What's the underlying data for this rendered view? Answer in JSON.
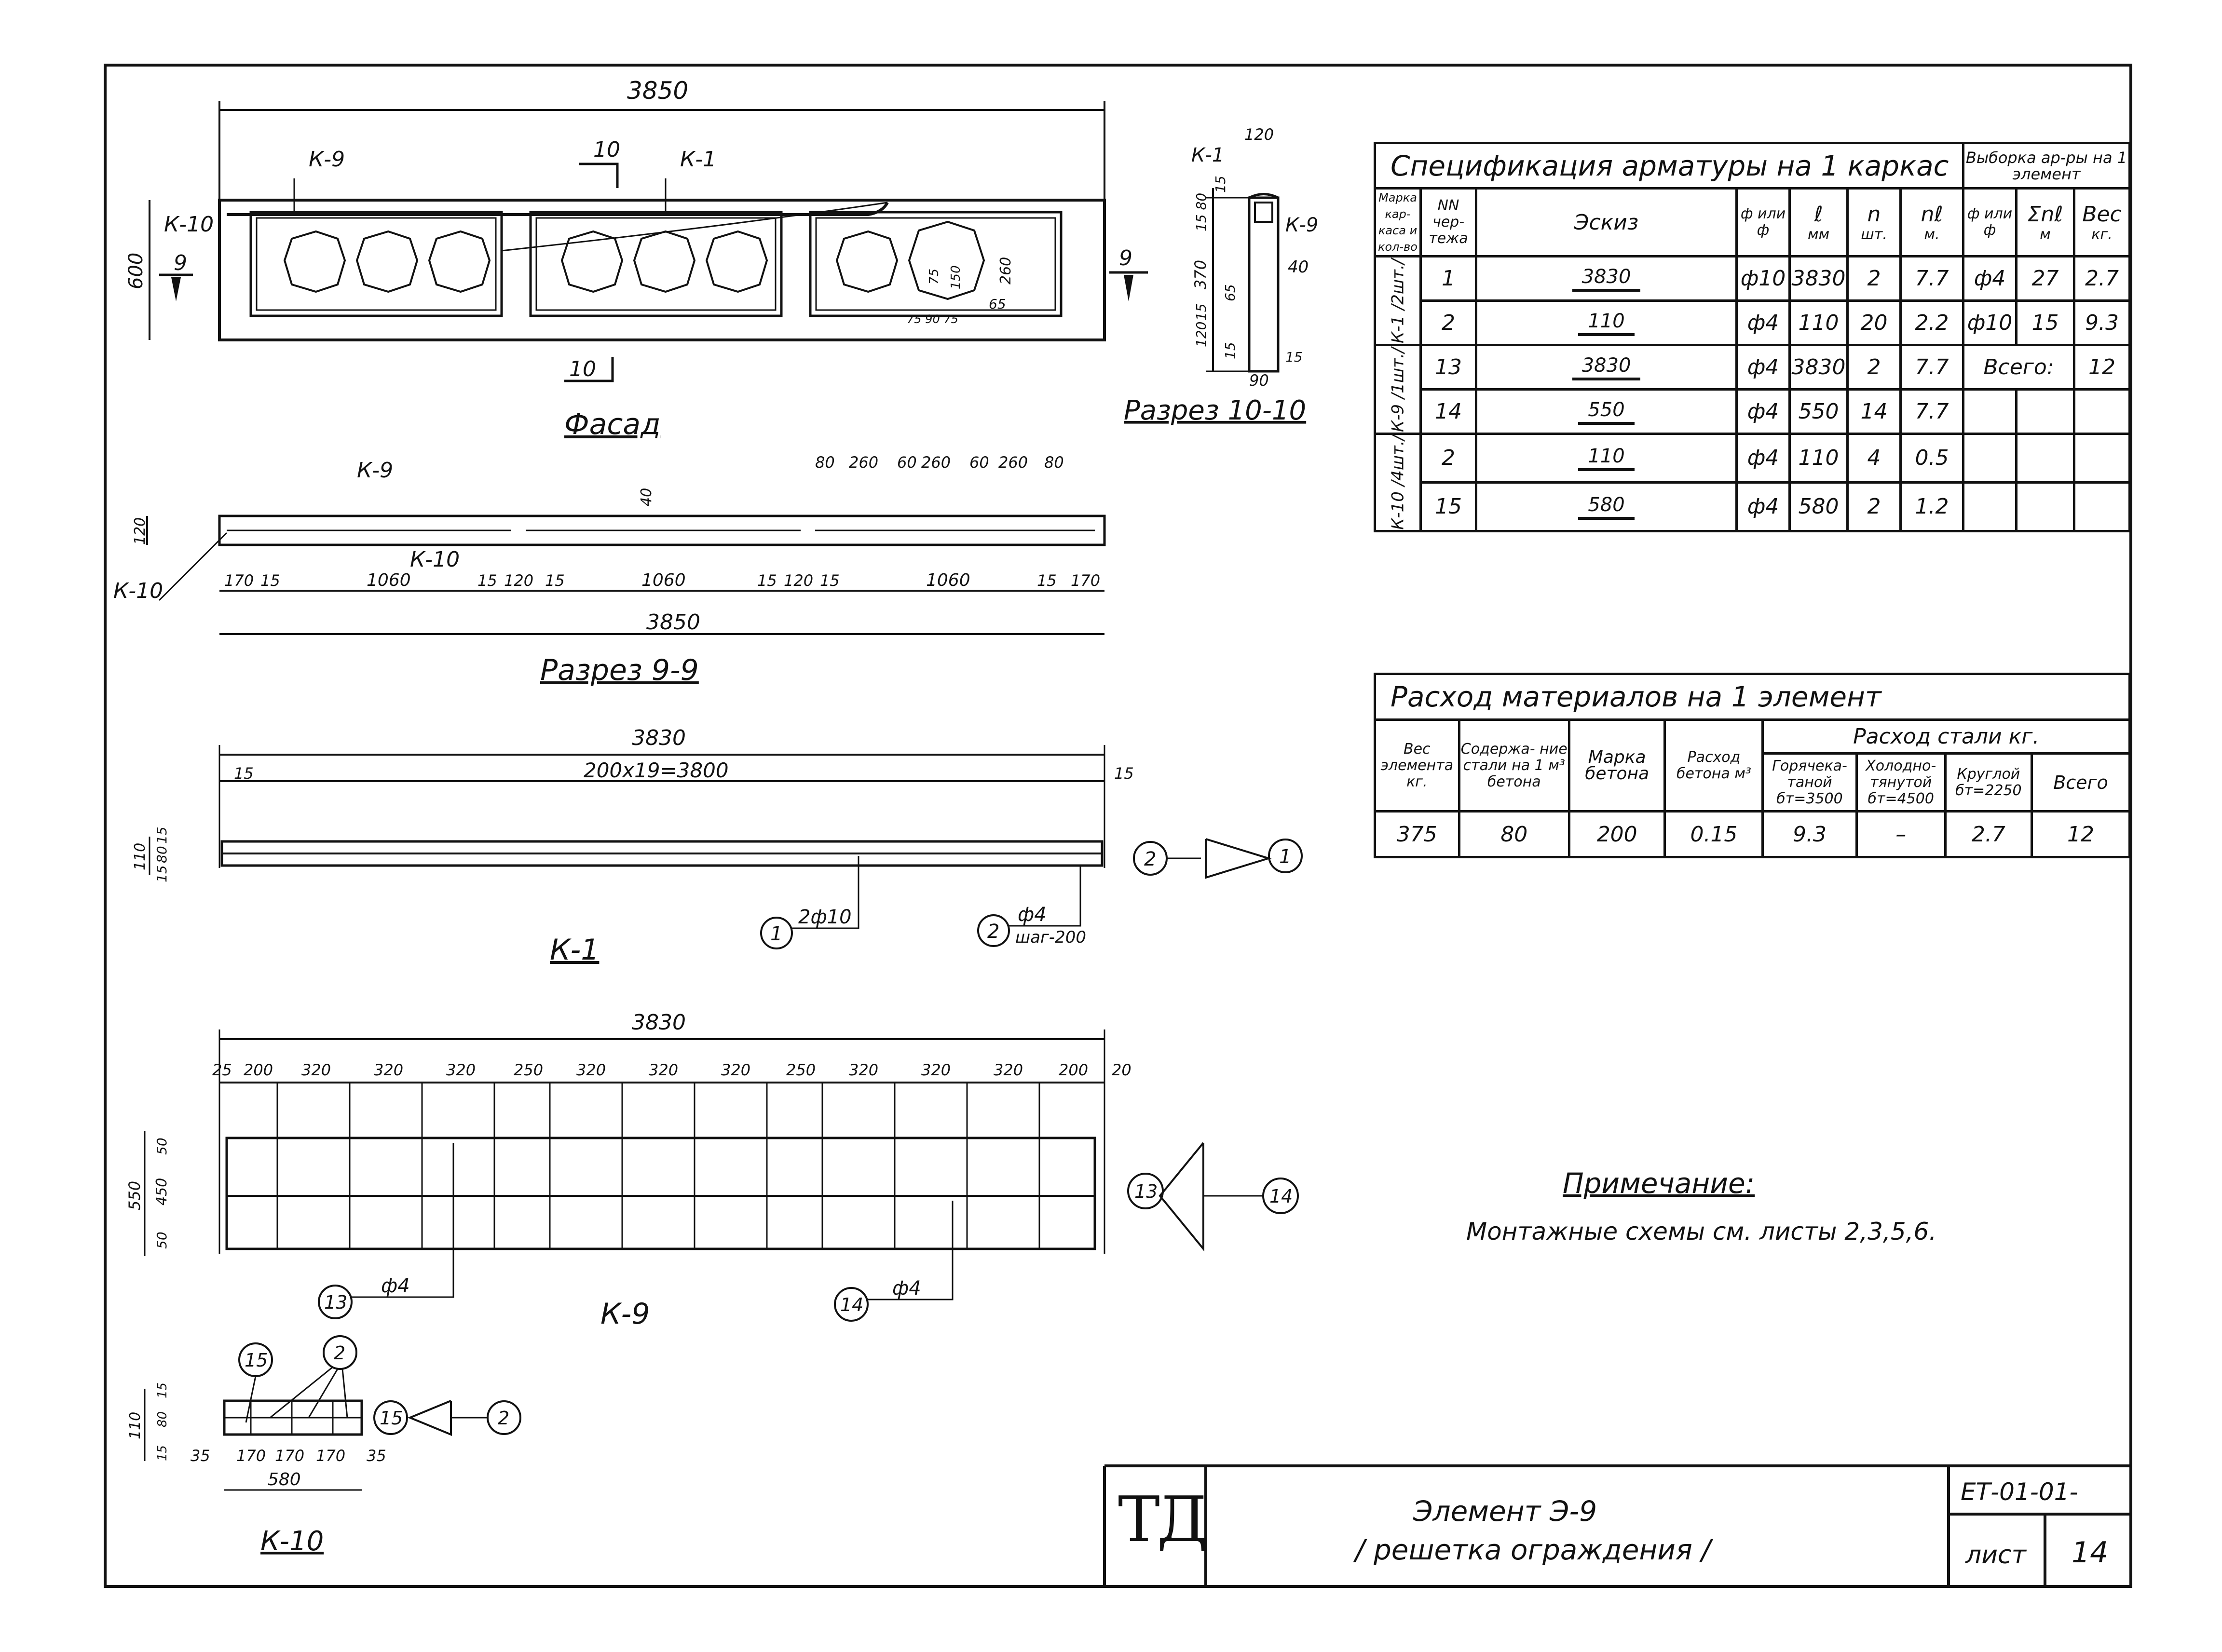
{
  "colors": {
    "ink": "#111111",
    "paper": "#ffffff"
  },
  "facade": {
    "dim_total": "3850",
    "height": "600",
    "label_k9": "К-9",
    "label_k1": "К-1",
    "label_k10": "К-10",
    "section_mark_10": "10",
    "section_mark_9": "9",
    "dim_260": "260",
    "dim_65": "65",
    "dim_150": "150",
    "dim_75": "75",
    "dim_75_90_75": "75 90 75",
    "title": "Фасад"
  },
  "section_10": {
    "label_k1": "К-1",
    "label_k9": "К-9",
    "dim_120": "120",
    "dim_15a": "15",
    "dim_15_80": "15 80",
    "dim_370": "370",
    "dim_15b": "15",
    "dim_120b": "120",
    "dim_40": "40",
    "dim_65": "65",
    "dim_15c": "15",
    "dim_15d": "15",
    "dim_90": "90",
    "title": "Разрез 10-10"
  },
  "section_9": {
    "label_k9": "К-9",
    "label_k10a": "К-10",
    "label_k10b": "К-10",
    "dim_120": "120",
    "dim_40": "40",
    "top_dims": [
      "80",
      "260",
      "60",
      "260",
      "60",
      "260",
      "80"
    ],
    "bottom_dims": [
      "170",
      "15",
      "1060",
      "15",
      "120",
      "15",
      "1060",
      "15",
      "120",
      "15",
      "1060",
      "15",
      "170"
    ],
    "dim_total": "3850",
    "title": "Разрез 9-9"
  },
  "k1": {
    "dim_3830": "3830",
    "dim_pitch": "200х19=3800",
    "dim_15_left": "15",
    "dim_15_right": "15",
    "dim_110": "110",
    "dim_15a": "15",
    "dim_80": "80",
    "dim_15b": "15",
    "bar1_label": "2ф10",
    "bar2_label": "ф4",
    "bar2_step": "шаг-200",
    "pos1": "1",
    "pos2": "2",
    "title": "К-1"
  },
  "k9": {
    "dim_3830": "3830",
    "top_dims": [
      "25",
      "200",
      "320",
      "320",
      "320",
      "250",
      "320",
      "320",
      "320",
      "250",
      "320",
      "320",
      "320",
      "200",
      "20"
    ],
    "dim_550": "550",
    "dim_50a": "50",
    "dim_450": "450",
    "dim_50b": "50",
    "pos13": "13",
    "pos14": "14",
    "bar13_label": "ф4",
    "bar14_label": "ф4",
    "title": "К-9"
  },
  "k10": {
    "pos15": "15",
    "pos2": "2",
    "dim_110": "110",
    "dim_15a": "15",
    "dim_80": "80",
    "dim_15b": "15",
    "bottom_dims": [
      "35",
      "170",
      "170",
      "170",
      "35"
    ],
    "dim_580": "580",
    "title": "К-10"
  },
  "spec": {
    "title": "Спецификация арматуры на 1 каркас",
    "selection_title": "Выборка ар-ры на 1 элемент",
    "h_mark": "Марка кар- каса и кол-во",
    "h_num": "NN чер- тежа",
    "h_sketch": "Эскиз",
    "h_diam": "ф или ф",
    "h_len": "ℓ",
    "h_len_u": "мм",
    "h_n": "n",
    "h_n_u": "шт.",
    "h_nl": "nℓ",
    "h_nl_u": "м.",
    "h_sel_d": "ф или ф",
    "h_sel_sum": "Σnℓ",
    "h_sel_sum_u": "м",
    "h_sel_w": "Вес",
    "h_sel_w_u": "кг.",
    "rows": [
      {
        "mark": "К-1 /2шт./",
        "num": "1",
        "sketch": "3830",
        "d": "ф10",
        "l": "3830",
        "n": "2",
        "nl": "7.7"
      },
      {
        "mark": "",
        "num": "2",
        "sketch": "110",
        "d": "ф4",
        "l": "110",
        "n": "20",
        "nl": "2.2"
      },
      {
        "mark": "К-9 /1шт./",
        "num": "13",
        "sketch": "3830",
        "d": "ф4",
        "l": "3830",
        "n": "2",
        "nl": "7.7"
      },
      {
        "mark": "",
        "num": "14",
        "sketch": "550",
        "d": "ф4",
        "l": "550",
        "n": "14",
        "nl": "7.7"
      },
      {
        "mark": "К-10 /4шт./",
        "num": "2",
        "sketch": "110",
        "d": "ф4",
        "l": "110",
        "n": "4",
        "nl": "0.5"
      },
      {
        "mark": "",
        "num": "15",
        "sketch": "580",
        "d": "ф4",
        "l": "580",
        "n": "2",
        "nl": "1.2"
      }
    ],
    "selection": [
      {
        "d": "ф4",
        "sum": "27",
        "w": "2.7"
      },
      {
        "d": "ф10",
        "sum": "15",
        "w": "9.3"
      }
    ],
    "total_label": "Всего:",
    "total_value": "12"
  },
  "materials": {
    "title": "Расход материалов на 1 элемент",
    "h_weight": "Вес элемента кг.",
    "h_steel_content": "Содержа- ние стали на 1 м³ бетона",
    "h_concrete_grade": "Марка бетона",
    "h_concrete_use": "Расход бетона м³",
    "h_steel_use": "Расход стали кг.",
    "h_hot": "Горячека- таной бт=3500",
    "h_cold": "Холодно- тянутой бт=4500",
    "h_round": "Круглой бт=2250",
    "h_total": "Всего",
    "row": {
      "weight": "375",
      "content": "80",
      "grade": "200",
      "concrete": "0.15",
      "hot": "9.3",
      "cold": "–",
      "round": "2.7",
      "total": "12"
    }
  },
  "note": {
    "title": "Примечание:",
    "text": "Монтажные схемы см. листы 2,3,5,6."
  },
  "title_block": {
    "logo": "ТД",
    "name1": "Элемент Э-9",
    "name2": "/ решетка ограждения /",
    "code": "ЕТ-01-01-",
    "sheet_label": "лист",
    "sheet_no": "14"
  }
}
